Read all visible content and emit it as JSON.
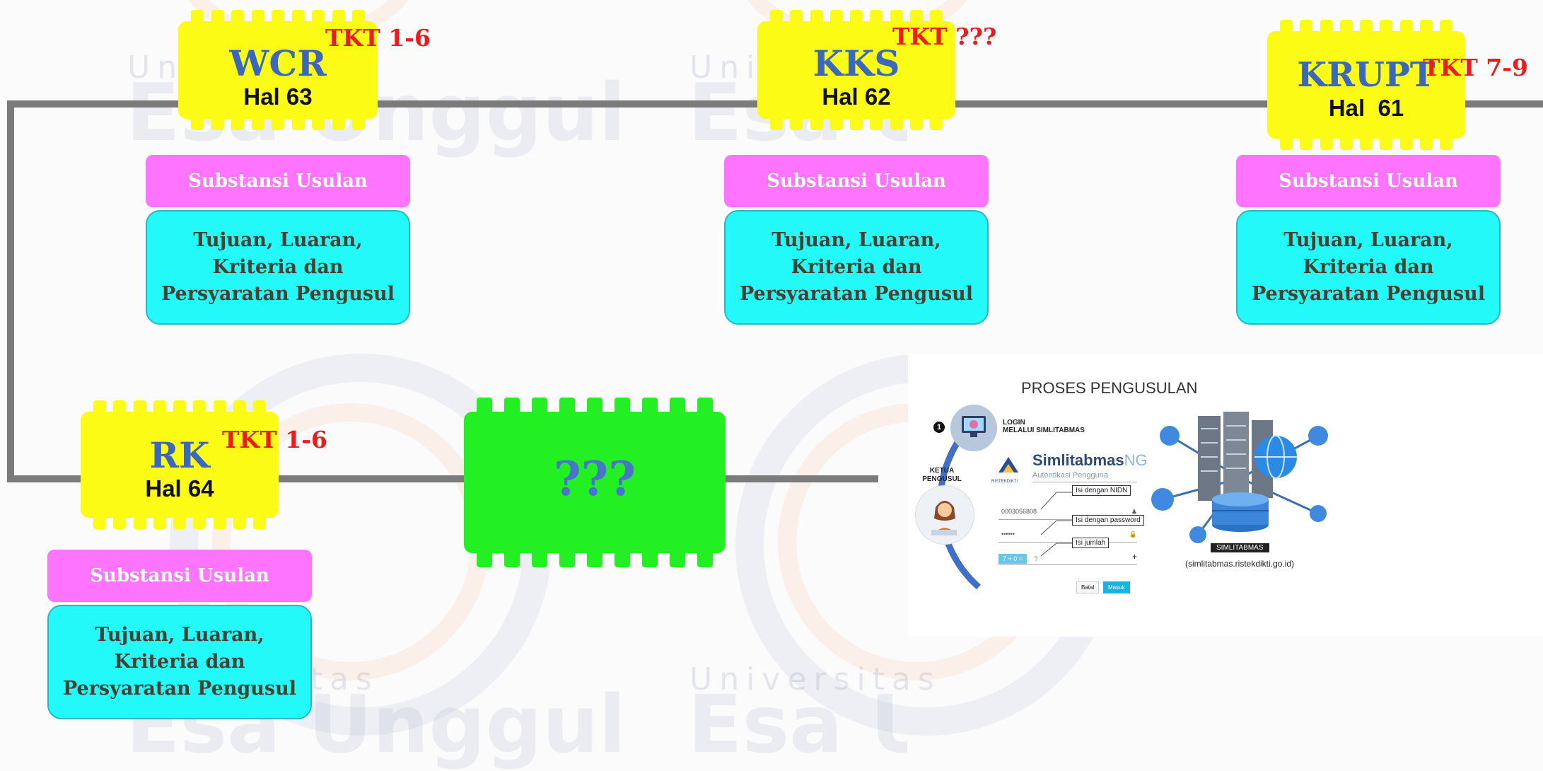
{
  "colors": {
    "connector": "#7b7b7b",
    "chip_yellow": "#fbfb16",
    "chip_green": "#22f022",
    "title_blue": "#3a68c0",
    "tkt_red": "#ef1b1b",
    "pink": "#ff74ff",
    "cyan": "#23f9f9"
  },
  "watermark": {
    "university": "Universitas",
    "name": "Esa Unggul"
  },
  "nodes": [
    {
      "id": "wcr",
      "title": "WCR",
      "hal": "Hal 63",
      "tkt": "TKT 1-6",
      "substansi": "Substansi Usulan",
      "desc": [
        "Tujuan, Luaran,",
        "Kriteria dan",
        "Persyaratan Pengusul"
      ]
    },
    {
      "id": "kks",
      "title": "KKS",
      "hal": "Hal 62",
      "tkt": "TKT ???",
      "substansi": "Substansi Usulan",
      "desc": [
        "Tujuan, Luaran,",
        "Kriteria dan",
        "Persyaratan Pengusul"
      ]
    },
    {
      "id": "krupt",
      "title": "KRUPT",
      "hal": "Hal  61",
      "tkt": "TKT 7-9",
      "substansi": "Substansi Usulan",
      "desc": [
        "Tujuan, Luaran,",
        "Kriteria dan",
        "Persyaratan Pengusul"
      ]
    },
    {
      "id": "rk",
      "title": "RK",
      "hal": "Hal 64",
      "tkt": "TKT 1-6",
      "substansi": "Substansi Usulan",
      "desc": [
        "Tujuan, Luaran,",
        "Kriteria dan",
        "Persyaratan Pengusul"
      ]
    }
  ],
  "unknown_node": {
    "label": "???"
  },
  "process": {
    "title": "PROSES PENGUSULAN",
    "step_number": "1",
    "login_line1": "LOGIN",
    "login_line2": "MELALUI SIMLITABMAS",
    "actor_line1": "KETUA",
    "actor_line2": "PENGUSUL",
    "app_name": "Simlitabmas",
    "app_suffix": "NG",
    "app_subtitle": "Autentikasi Pengguna",
    "org_label": "RISTEKDIKTI",
    "nidn_value": "0003056808",
    "password_value": "••••••",
    "captcha": "7 + 0 =",
    "captcha_answer": "?",
    "callout_nidn": "Isi dengan NIDN",
    "callout_password": "Isi dengan password",
    "callout_sum": "Isi jumlah",
    "cancel_label": "Batal",
    "submit_label": "Masuk",
    "server_label": "SIMLITABMAS",
    "server_url": "(simlitabmas.ristekdikti.go.id)"
  }
}
